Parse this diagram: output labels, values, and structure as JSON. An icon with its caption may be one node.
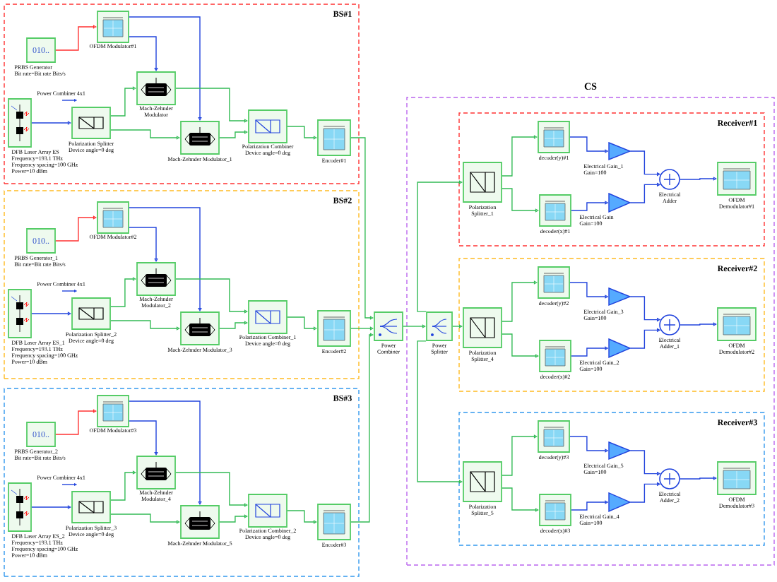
{
  "diagram": {
    "nodes": [
      {
        "text": [
          "BS#1"
        ]
      },
      {
        "text": [
          "010.."
        ],
        "in": 0,
        "beside": [
          "PRBS Generator",
          "Bit rate=Bit rate Bits/s"
        ]
      },
      {
        "text": [],
        "shape": "box",
        "in": 0,
        "beside": [
          "OFDM Modulator#1"
        ]
      },
      {
        "text": [],
        "shape": "box",
        "in": 0,
        "beside": [
          "DFB Laser Array ES",
          "Frequency=193.1 THz",
          "Frequency spacing=100 GHz",
          "Power=10 dBm"
        ]
      },
      {
        "text": [],
        "shape": "box",
        "in": 0,
        "beside": [
          "Polarization Splitter",
          "Device angle=0 deg"
        ]
      },
      {
        "text": [],
        "shape": "box",
        "in": 0,
        "beside": [
          "Mach-Zehnder Modulator"
        ]
      },
      {
        "text": [],
        "shape": "box",
        "in": 0,
        "beside": [
          "Mach-Zehnder Modulator_1"
        ]
      },
      {
        "text": [],
        "shape": "box",
        "in": 0,
        "beside": [
          "Polarization Combiner",
          "Device angle=0 deg"
        ]
      },
      {
        "text": [],
        "shape": "box",
        "in": 0,
        "beside": [
          "Encoder#1"
        ]
      },
      {
        "text": [
          "BS#2"
        ]
      },
      {
        "text": [
          "010.."
        ],
        "in": 9,
        "beside": [
          "PRBS Generator_1",
          "Bit rate=Bit rate Bits/s"
        ]
      },
      {
        "text": [],
        "shape": "box",
        "in": 9,
        "beside": [
          "OFDM Modulator#2"
        ]
      },
      {
        "text": [],
        "shape": "box",
        "in": 9,
        "beside": [
          "DFB Laser Array ES_1",
          "Frequency=193.1 THz",
          "Frequency spacing=100 GHz",
          "Power=10 dBm"
        ]
      },
      {
        "text": [],
        "shape": "box",
        "in": 9,
        "beside": [
          "Polarization Splitter_2",
          "Device angle=0 deg"
        ]
      },
      {
        "text": [],
        "shape": "box",
        "in": 9,
        "beside": [
          "Mach-Zehnder Modulator_2"
        ]
      },
      {
        "text": [],
        "shape": "box",
        "in": 9,
        "beside": [
          "Mach-Zehnder Modulator_3"
        ]
      },
      {
        "text": [],
        "shape": "box",
        "in": 9,
        "beside": [
          "Polarization Combiner_1",
          "Device angle=0 deg"
        ]
      },
      {
        "text": [],
        "shape": "box",
        "in": 9,
        "beside": [
          "Encoder#2"
        ]
      },
      {
        "text": [
          "BS#3"
        ]
      },
      {
        "text": [
          "010.."
        ],
        "in": 18,
        "beside": [
          "PRBS Generator_2",
          "Bit rate=Bit rate Bits/s"
        ]
      },
      {
        "text": [],
        "shape": "box",
        "in": 18,
        "beside": [
          "OFDM Modulator#3"
        ]
      },
      {
        "text": [],
        "shape": "box",
        "in": 18,
        "beside": [
          "DFB Laser Array ES_2",
          "Frequency=193.1 THz",
          "Frequency spacing=100 GHz",
          "Power=10 dBm"
        ]
      },
      {
        "text": [],
        "shape": "box",
        "in": 18,
        "beside": [
          "Polarization Splitter_3",
          "Device angle=0 deg"
        ]
      },
      {
        "text": [],
        "shape": "box",
        "in": 18,
        "beside": [
          "Mach-Zehnder Modulator_4"
        ]
      },
      {
        "text": [],
        "shape": "box",
        "in": 18,
        "beside": [
          "Mach-Zehnder Modulator_5"
        ]
      },
      {
        "text": [],
        "shape": "box",
        "in": 18,
        "beside": [
          "Polarization Combiner_2",
          "Device angle=0 deg"
        ]
      },
      {
        "text": [],
        "shape": "box",
        "in": 18,
        "beside": [
          "Encoder#3"
        ]
      },
      {
        "text": [],
        "shape": "box",
        "beside": [
          "Power Combiner"
        ]
      },
      {
        "text": [
          "CS"
        ]
      },
      {
        "text": [],
        "shape": "box",
        "in": 28,
        "beside": [
          "Power Splitter"
        ]
      },
      {
        "text": [
          "Receiver#1"
        ],
        "in": 28
      },
      {
        "text": [],
        "shape": "box",
        "in": 30,
        "beside": [
          "Polarization Splitter_1"
        ]
      },
      {
        "text": [],
        "shape": "box",
        "in": 30,
        "beside": [
          "decoder(y)#1"
        ]
      },
      {
        "text": [],
        "shape": "box",
        "in": 30,
        "beside": [
          "decoder(x)#1"
        ]
      },
      {
        "text": [],
        "shape": "triangle",
        "in": 30,
        "beside": [
          "Electrical Gain_1",
          "Gain=100"
        ]
      },
      {
        "text": [],
        "shape": "triangle",
        "in": 30,
        "beside": [
          "Electrical Gain",
          "Gain=100"
        ]
      },
      {
        "text": [],
        "shape": "circle",
        "in": 30,
        "beside": [
          "Electrical Adder"
        ]
      },
      {
        "text": [],
        "shape": "box",
        "in": 30,
        "beside": [
          "OFDM Demodulator#1"
        ]
      },
      {
        "text": [
          "Receiver#2"
        ],
        "in": 28
      },
      {
        "text": [],
        "shape": "box",
        "in": 38,
        "beside": [
          "Polarization Splitter_4"
        ]
      },
      {
        "text": [],
        "shape": "box",
        "in": 38,
        "beside": [
          "decoder(y)#2"
        ]
      },
      {
        "text": [],
        "shape": "box",
        "in": 38,
        "beside": [
          "decoder(x)#2"
        ]
      },
      {
        "text": [],
        "shape": "triangle",
        "in": 38,
        "beside": [
          "Electrical Gain_3",
          "Gain=100"
        ]
      },
      {
        "text": [],
        "shape": "triangle",
        "in": 38,
        "beside": [
          "Electrical Gain_2",
          "Gain=100"
        ]
      },
      {
        "text": [],
        "shape": "circle",
        "in": 38,
        "beside": [
          "Electrical Adder_1"
        ]
      },
      {
        "text": [],
        "shape": "box",
        "in": 38,
        "beside": [
          "OFDM Demodulator#2"
        ]
      },
      {
        "text": [
          "Receiver#3"
        ],
        "in": 28
      },
      {
        "text": [],
        "shape": "box",
        "in": 46,
        "beside": [
          "Polarization Splitter_5"
        ]
      },
      {
        "text": [],
        "shape": "box",
        "in": 46,
        "beside": [
          "decoder(y)#3"
        ]
      },
      {
        "text": [],
        "shape": "box",
        "in": 46,
        "beside": [
          "decoder(x)#3"
        ]
      },
      {
        "text": [],
        "shape": "triangle",
        "in": 46,
        "beside": [
          "Electrical Gain_5",
          "Gain=100"
        ]
      },
      {
        "text": [],
        "shape": "triangle",
        "in": 46,
        "beside": [
          "Electrical Gain_4",
          "Gain=100"
        ]
      },
      {
        "text": [],
        "shape": "circle",
        "in": 46,
        "beside": [
          "Electrical Adder_2"
        ]
      },
      {
        "text": [],
        "shape": "box",
        "in": 46,
        "beside": [
          "OFDM Demodulator#3"
        ]
      }
    ],
    "edges": [
      {
        "from": 1,
        "to": 2,
        "arrow": "to",
        "color": "#ff3333"
      },
      {
        "from": 2,
        "to": 5,
        "arrow": "to",
        "color": "#2244dd"
      },
      {
        "from": 2,
        "to": 6,
        "arrow": "to",
        "color": "#2244dd"
      },
      {
        "from": 3,
        "to": 4,
        "arrow": "to",
        "color": "#2244dd"
      },
      {
        "from": 4,
        "to": 5,
        "arrow": "to"
      },
      {
        "from": 4,
        "to": 6,
        "arrow": "to"
      },
      {
        "from": 5,
        "to": 7,
        "arrow": "to"
      },
      {
        "from": 6,
        "to": 7,
        "arrow": "to"
      },
      {
        "from": 7,
        "to": 8,
        "arrow": "to"
      },
      {
        "from": 8,
        "to": 27,
        "arrow": "to"
      },
      {
        "from": 10,
        "to": 11,
        "arrow": "to",
        "color": "#ff3333"
      },
      {
        "from": 11,
        "to": 14,
        "arrow": "to",
        "color": "#2244dd"
      },
      {
        "from": 11,
        "to": 15,
        "arrow": "to",
        "color": "#2244dd"
      },
      {
        "from": 12,
        "to": 13,
        "arrow": "to",
        "color": "#2244dd"
      },
      {
        "from": 13,
        "to": 14,
        "arrow": "to"
      },
      {
        "from": 13,
        "to": 15,
        "arrow": "to"
      },
      {
        "from": 14,
        "to": 16,
        "arrow": "to"
      },
      {
        "from": 15,
        "to": 16,
        "arrow": "to"
      },
      {
        "from": 16,
        "to": 17,
        "arrow": "to"
      },
      {
        "from": 17,
        "to": 27,
        "arrow": "to"
      },
      {
        "from": 19,
        "to": 20,
        "arrow": "to",
        "color": "#ff3333"
      },
      {
        "from": 20,
        "to": 23,
        "arrow": "to",
        "color": "#2244dd"
      },
      {
        "from": 20,
        "to": 24,
        "arrow": "to",
        "color": "#2244dd"
      },
      {
        "from": 21,
        "to": 22,
        "arrow": "to",
        "color": "#2244dd"
      },
      {
        "from": 22,
        "to": 23,
        "arrow": "to"
      },
      {
        "from": 22,
        "to": 24,
        "arrow": "to"
      },
      {
        "from": 23,
        "to": 25,
        "arrow": "to"
      },
      {
        "from": 24,
        "to": 25,
        "arrow": "to"
      },
      {
        "from": 25,
        "to": 26,
        "arrow": "to"
      },
      {
        "from": 26,
        "to": 27,
        "arrow": "to"
      },
      {
        "from": 27,
        "to": 29,
        "arrow": "to"
      },
      {
        "from": 29,
        "to": 31,
        "arrow": "to"
      },
      {
        "from": 31,
        "to": 32,
        "arrow": "to"
      },
      {
        "from": 31,
        "to": 33,
        "arrow": "to"
      },
      {
        "from": 32,
        "to": 34,
        "arrow": "to",
        "color": "#2244dd"
      },
      {
        "from": 33,
        "to": 35,
        "arrow": "to",
        "color": "#2244dd"
      },
      {
        "from": 34,
        "to": 36,
        "arrow": "to",
        "color": "#2244dd"
      },
      {
        "from": 35,
        "to": 36,
        "arrow": "to",
        "color": "#2244dd"
      },
      {
        "from": 36,
        "to": 37,
        "arrow": "to",
        "color": "#2244dd"
      },
      {
        "from": 29,
        "to": 39,
        "arrow": "to"
      },
      {
        "from": 39,
        "to": 40,
        "arrow": "to"
      },
      {
        "from": 39,
        "to": 41,
        "arrow": "to"
      },
      {
        "from": 40,
        "to": 42,
        "arrow": "to",
        "color": "#2244dd"
      },
      {
        "from": 41,
        "to": 43,
        "arrow": "to",
        "color": "#2244dd"
      },
      {
        "from": 42,
        "to": 44,
        "arrow": "to",
        "color": "#2244dd"
      },
      {
        "from": 43,
        "to": 44,
        "arrow": "to",
        "color": "#2244dd"
      },
      {
        "from": 44,
        "to": 45,
        "arrow": "to",
        "color": "#2244dd"
      },
      {
        "from": 29,
        "to": 47,
        "arrow": "to"
      },
      {
        "from": 47,
        "to": 48,
        "arrow": "to"
      },
      {
        "from": 47,
        "to": 49,
        "arrow": "to"
      },
      {
        "from": 48,
        "to": 50,
        "arrow": "to",
        "color": "#2244dd"
      },
      {
        "from": 49,
        "to": 51,
        "arrow": "to",
        "color": "#2244dd"
      },
      {
        "from": 50,
        "to": 52,
        "arrow": "to",
        "color": "#2244dd"
      },
      {
        "from": 51,
        "to": 52,
        "arrow": "to",
        "color": "#2244dd"
      },
      {
        "from": 52,
        "to": 53,
        "arrow": "to",
        "color": "#2244dd"
      }
    ],
    "labels": [
      "Power Combiner 4x1",
      "Power Combiner 4x1",
      "Power Combiner 4x1"
    ]
  }
}
